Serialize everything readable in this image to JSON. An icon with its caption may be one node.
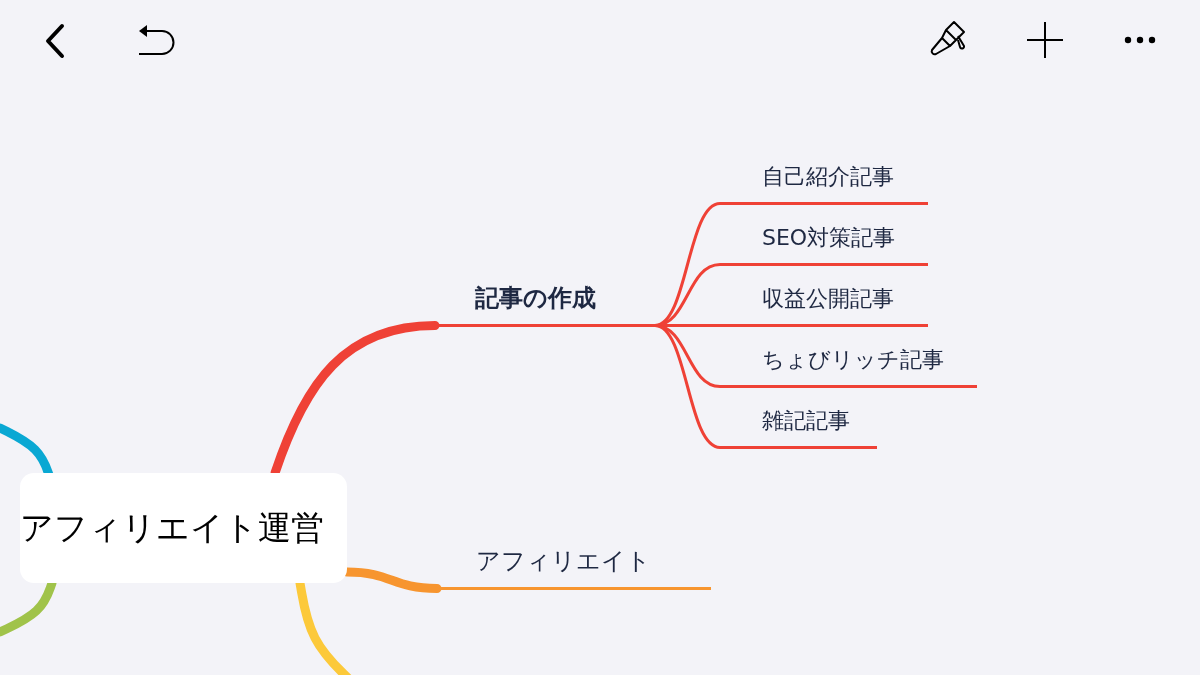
{
  "diagram": {
    "nodes": [
      {
        "text": [
          "アフィリエイト運営"
        ]
      },
      {
        "text": [
          "記事の作成"
        ]
      },
      {
        "text": [
          "自己紹介記事"
        ]
      },
      {
        "text": [
          "SEO対策記事"
        ]
      },
      {
        "text": [
          "収益公開記事"
        ]
      },
      {
        "text": [
          "ちょびリッチ記事"
        ]
      },
      {
        "text": [
          "雑記記事"
        ]
      },
      {
        "text": [
          "アフィリエイト"
        ]
      }
    ],
    "edges": [
      {
        "from": 0,
        "to": 1,
        "arrow": "none",
        "style": "thick"
      },
      {
        "from": 1,
        "to": 2,
        "arrow": "none"
      },
      {
        "from": 1,
        "to": 3,
        "arrow": "none"
      },
      {
        "from": 1,
        "to": 4,
        "arrow": "none"
      },
      {
        "from": 1,
        "to": 5,
        "arrow": "none"
      },
      {
        "from": 1,
        "to": 6,
        "arrow": "none"
      },
      {
        "from": 0,
        "to": 7,
        "arrow": "none",
        "style": "thick",
        "color": "#f7952f"
      },
      {
        "from": 0,
        "to": null,
        "arrow": "none",
        "style": "thick",
        "color": "#fcc93a"
      },
      {
        "from": 0,
        "to": null,
        "arrow": "none",
        "style": "thick",
        "color": "#0aa8d3"
      },
      {
        "from": 0,
        "to": null,
        "arrow": "none",
        "style": "thick",
        "color": "#a0c34a"
      }
    ]
  }
}
